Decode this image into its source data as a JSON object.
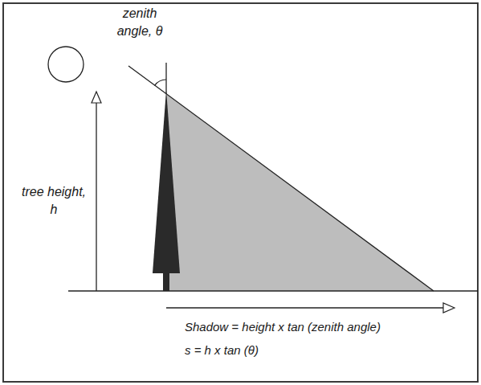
{
  "diagram": {
    "labels": [
      "zenith angle, θ",
      "tree height, h",
      "Shadow = height x tan (zenith angle)",
      "s = h x tan (θ)"
    ]
  }
}
